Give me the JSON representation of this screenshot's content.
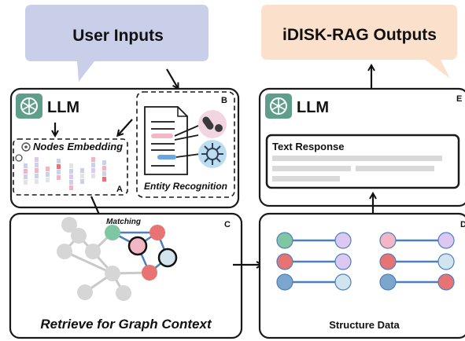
{
  "bubbles": {
    "user_inputs": "User Inputs",
    "outputs": "iDISK-RAG Outputs"
  },
  "panel_a": {
    "llm_label": "LLM",
    "embedding_label": "Nodes Embedding",
    "corner": "A"
  },
  "panel_b": {
    "entity_label": "Entity Recognition",
    "corner": "B"
  },
  "panel_c": {
    "matching_label": "Matching",
    "title": "Retrieve for Graph Context",
    "corner": "C"
  },
  "panel_d": {
    "title": "Structure Data",
    "corner": "D"
  },
  "panel_e": {
    "llm_label": "LLM",
    "response_title": "Text Response",
    "corner": "E"
  },
  "colors": {
    "bubble_blue": "#c9cfe8",
    "bubble_peach": "#fbe0cc",
    "llm_icon": "#5f9e8a",
    "node_green": "#7fc7a2",
    "node_red": "#e87373",
    "node_pink": "#f3b6c4",
    "node_lightblue": "#d2e4ee",
    "node_purple": "#dcc8f0",
    "node_blue": "#7ca6cc",
    "node_gray": "#d6d6d6",
    "edge_blue": "#4d7fbf"
  },
  "icons": [
    "llm-logo-icon",
    "gear-icon",
    "document-icon",
    "pills-icon",
    "virus-icon"
  ]
}
